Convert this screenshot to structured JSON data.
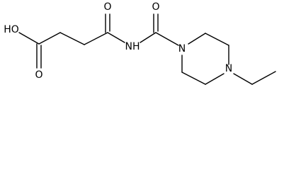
{
  "molecule": {
    "atom_labels": {
      "hydroxyl": "HO",
      "acid_carbonyl_o": "O",
      "amide_carbonyl_o": "O",
      "urea_carbonyl_o": "O",
      "imide_n": "NH",
      "piperazine_n1": "N",
      "piperazine_n4": "N"
    }
  }
}
